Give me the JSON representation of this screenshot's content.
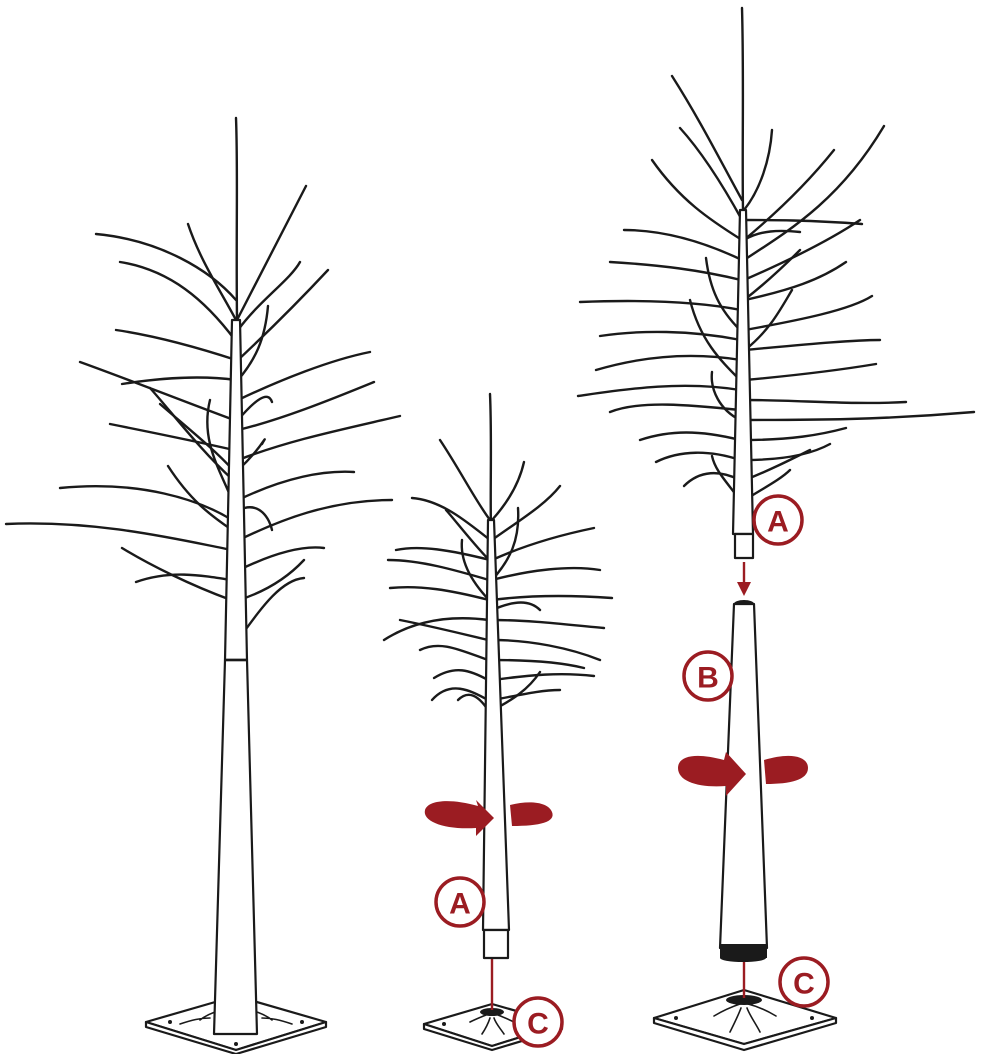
{
  "callouts": {
    "middle_a": "A",
    "middle_c": "C",
    "right_a": "A",
    "right_b": "B",
    "right_c": "C"
  },
  "colors": {
    "line": "#1a1a1a",
    "accent": "#9b1c22",
    "background": "#ffffff"
  },
  "icons": [
    "rotate-arrow-icon",
    "insert-arrow-icon"
  ]
}
